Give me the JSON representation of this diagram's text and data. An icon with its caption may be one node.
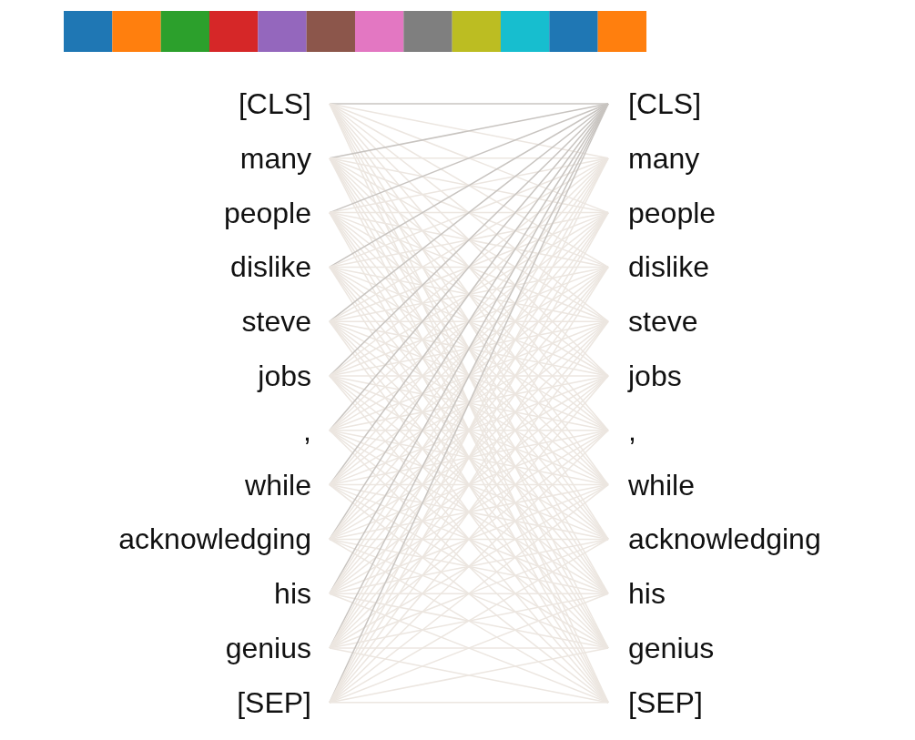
{
  "diagram": {
    "nodes": [
      {
        "text": [
          "[CLS]"
        ]
      },
      {
        "text": [
          "many"
        ]
      },
      {
        "text": [
          "people"
        ]
      },
      {
        "text": [
          "dislike"
        ]
      },
      {
        "text": [
          "steve"
        ]
      },
      {
        "text": [
          "jobs"
        ]
      },
      {
        "text": [
          ","
        ]
      },
      {
        "text": [
          "while"
        ]
      },
      {
        "text": [
          "acknowledging"
        ]
      },
      {
        "text": [
          "his"
        ]
      },
      {
        "text": [
          "genius"
        ]
      },
      {
        "text": [
          "[SEP]"
        ]
      },
      {
        "text": [
          "[CLS]"
        ]
      },
      {
        "text": [
          "many"
        ]
      },
      {
        "text": [
          "people"
        ]
      },
      {
        "text": [
          "dislike"
        ]
      },
      {
        "text": [
          "steve"
        ]
      },
      {
        "text": [
          "jobs"
        ]
      },
      {
        "text": [
          ","
        ]
      },
      {
        "text": [
          "while"
        ]
      },
      {
        "text": [
          "acknowledging"
        ]
      },
      {
        "text": [
          "his"
        ]
      },
      {
        "text": [
          "genius"
        ]
      },
      {
        "text": [
          "[SEP]"
        ]
      }
    ],
    "edges": [
      {
        "from": 0,
        "to": 12,
        "arrow": "none",
        "color": "#c8c4c0"
      },
      {
        "from": 0,
        "to": 13,
        "arrow": "none"
      },
      {
        "from": 0,
        "to": 14,
        "arrow": "none"
      },
      {
        "from": 0,
        "to": 15,
        "arrow": "none"
      },
      {
        "from": 0,
        "to": 16,
        "arrow": "none"
      },
      {
        "from": 0,
        "to": 17,
        "arrow": "none"
      },
      {
        "from": 0,
        "to": 18,
        "arrow": "none"
      },
      {
        "from": 0,
        "to": 19,
        "arrow": "none"
      },
      {
        "from": 0,
        "to": 20,
        "arrow": "none"
      },
      {
        "from": 0,
        "to": 21,
        "arrow": "none"
      },
      {
        "from": 0,
        "to": 22,
        "arrow": "none"
      },
      {
        "from": 0,
        "to": 23,
        "arrow": "none"
      },
      {
        "from": 1,
        "to": 12,
        "arrow": "none",
        "color": "#c8c4c0"
      },
      {
        "from": 1,
        "to": 13,
        "arrow": "none"
      },
      {
        "from": 1,
        "to": 14,
        "arrow": "none"
      },
      {
        "from": 1,
        "to": 15,
        "arrow": "none"
      },
      {
        "from": 1,
        "to": 16,
        "arrow": "none"
      },
      {
        "from": 1,
        "to": 17,
        "arrow": "none"
      },
      {
        "from": 1,
        "to": 18,
        "arrow": "none"
      },
      {
        "from": 1,
        "to": 19,
        "arrow": "none"
      },
      {
        "from": 1,
        "to": 20,
        "arrow": "none"
      },
      {
        "from": 1,
        "to": 21,
        "arrow": "none"
      },
      {
        "from": 1,
        "to": 22,
        "arrow": "none"
      },
      {
        "from": 1,
        "to": 23,
        "arrow": "none"
      },
      {
        "from": 2,
        "to": 12,
        "arrow": "none",
        "color": "#c8c4c0"
      },
      {
        "from": 2,
        "to": 13,
        "arrow": "none"
      },
      {
        "from": 2,
        "to": 14,
        "arrow": "none"
      },
      {
        "from": 2,
        "to": 15,
        "arrow": "none"
      },
      {
        "from": 2,
        "to": 16,
        "arrow": "none"
      },
      {
        "from": 2,
        "to": 17,
        "arrow": "none"
      },
      {
        "from": 2,
        "to": 18,
        "arrow": "none"
      },
      {
        "from": 2,
        "to": 19,
        "arrow": "none"
      },
      {
        "from": 2,
        "to": 20,
        "arrow": "none"
      },
      {
        "from": 2,
        "to": 21,
        "arrow": "none"
      },
      {
        "from": 2,
        "to": 22,
        "arrow": "none"
      },
      {
        "from": 2,
        "to": 23,
        "arrow": "none"
      },
      {
        "from": 3,
        "to": 12,
        "arrow": "none",
        "color": "#c8c4c0"
      },
      {
        "from": 3,
        "to": 13,
        "arrow": "none"
      },
      {
        "from": 3,
        "to": 14,
        "arrow": "none"
      },
      {
        "from": 3,
        "to": 15,
        "arrow": "none"
      },
      {
        "from": 3,
        "to": 16,
        "arrow": "none"
      },
      {
        "from": 3,
        "to": 17,
        "arrow": "none"
      },
      {
        "from": 3,
        "to": 18,
        "arrow": "none"
      },
      {
        "from": 3,
        "to": 19,
        "arrow": "none"
      },
      {
        "from": 3,
        "to": 20,
        "arrow": "none"
      },
      {
        "from": 3,
        "to": 21,
        "arrow": "none"
      },
      {
        "from": 3,
        "to": 22,
        "arrow": "none"
      },
      {
        "from": 3,
        "to": 23,
        "arrow": "none"
      },
      {
        "from": 4,
        "to": 12,
        "arrow": "none",
        "color": "#c8c4c0"
      },
      {
        "from": 4,
        "to": 13,
        "arrow": "none"
      },
      {
        "from": 4,
        "to": 14,
        "arrow": "none"
      },
      {
        "from": 4,
        "to": 15,
        "arrow": "none"
      },
      {
        "from": 4,
        "to": 16,
        "arrow": "none"
      },
      {
        "from": 4,
        "to": 17,
        "arrow": "none"
      },
      {
        "from": 4,
        "to": 18,
        "arrow": "none"
      },
      {
        "from": 4,
        "to": 19,
        "arrow": "none"
      },
      {
        "from": 4,
        "to": 20,
        "arrow": "none"
      },
      {
        "from": 4,
        "to": 21,
        "arrow": "none"
      },
      {
        "from": 4,
        "to": 22,
        "arrow": "none"
      },
      {
        "from": 4,
        "to": 23,
        "arrow": "none"
      },
      {
        "from": 5,
        "to": 12,
        "arrow": "none",
        "color": "#c8c4c0"
      },
      {
        "from": 5,
        "to": 13,
        "arrow": "none"
      },
      {
        "from": 5,
        "to": 14,
        "arrow": "none"
      },
      {
        "from": 5,
        "to": 15,
        "arrow": "none"
      },
      {
        "from": 5,
        "to": 16,
        "arrow": "none"
      },
      {
        "from": 5,
        "to": 17,
        "arrow": "none"
      },
      {
        "from": 5,
        "to": 18,
        "arrow": "none"
      },
      {
        "from": 5,
        "to": 19,
        "arrow": "none"
      },
      {
        "from": 5,
        "to": 20,
        "arrow": "none"
      },
      {
        "from": 5,
        "to": 21,
        "arrow": "none"
      },
      {
        "from": 5,
        "to": 22,
        "arrow": "none"
      },
      {
        "from": 5,
        "to": 23,
        "arrow": "none"
      },
      {
        "from": 6,
        "to": 12,
        "arrow": "none",
        "color": "#c8c4c0"
      },
      {
        "from": 6,
        "to": 13,
        "arrow": "none"
      },
      {
        "from": 6,
        "to": 14,
        "arrow": "none"
      },
      {
        "from": 6,
        "to": 15,
        "arrow": "none"
      },
      {
        "from": 6,
        "to": 16,
        "arrow": "none"
      },
      {
        "from": 6,
        "to": 17,
        "arrow": "none"
      },
      {
        "from": 6,
        "to": 18,
        "arrow": "none"
      },
      {
        "from": 6,
        "to": 19,
        "arrow": "none"
      },
      {
        "from": 6,
        "to": 20,
        "arrow": "none"
      },
      {
        "from": 6,
        "to": 21,
        "arrow": "none"
      },
      {
        "from": 6,
        "to": 22,
        "arrow": "none"
      },
      {
        "from": 6,
        "to": 23,
        "arrow": "none"
      },
      {
        "from": 7,
        "to": 12,
        "arrow": "none",
        "color": "#c8c4c0"
      },
      {
        "from": 7,
        "to": 13,
        "arrow": "none"
      },
      {
        "from": 7,
        "to": 14,
        "arrow": "none"
      },
      {
        "from": 7,
        "to": 15,
        "arrow": "none"
      },
      {
        "from": 7,
        "to": 16,
        "arrow": "none"
      },
      {
        "from": 7,
        "to": 17,
        "arrow": "none"
      },
      {
        "from": 7,
        "to": 18,
        "arrow": "none"
      },
      {
        "from": 7,
        "to": 19,
        "arrow": "none"
      },
      {
        "from": 7,
        "to": 20,
        "arrow": "none"
      },
      {
        "from": 7,
        "to": 21,
        "arrow": "none"
      },
      {
        "from": 7,
        "to": 22,
        "arrow": "none"
      },
      {
        "from": 7,
        "to": 23,
        "arrow": "none"
      },
      {
        "from": 8,
        "to": 12,
        "arrow": "none",
        "color": "#c8c4c0"
      },
      {
        "from": 8,
        "to": 13,
        "arrow": "none"
      },
      {
        "from": 8,
        "to": 14,
        "arrow": "none"
      },
      {
        "from": 8,
        "to": 15,
        "arrow": "none"
      },
      {
        "from": 8,
        "to": 16,
        "arrow": "none"
      },
      {
        "from": 8,
        "to": 17,
        "arrow": "none"
      },
      {
        "from": 8,
        "to": 18,
        "arrow": "none"
      },
      {
        "from": 8,
        "to": 19,
        "arrow": "none"
      },
      {
        "from": 8,
        "to": 20,
        "arrow": "none"
      },
      {
        "from": 8,
        "to": 21,
        "arrow": "none"
      },
      {
        "from": 8,
        "to": 22,
        "arrow": "none"
      },
      {
        "from": 8,
        "to": 23,
        "arrow": "none"
      },
      {
        "from": 9,
        "to": 12,
        "arrow": "none",
        "color": "#c8c4c0"
      },
      {
        "from": 9,
        "to": 13,
        "arrow": "none"
      },
      {
        "from": 9,
        "to": 14,
        "arrow": "none"
      },
      {
        "from": 9,
        "to": 15,
        "arrow": "none"
      },
      {
        "from": 9,
        "to": 16,
        "arrow": "none"
      },
      {
        "from": 9,
        "to": 17,
        "arrow": "none"
      },
      {
        "from": 9,
        "to": 18,
        "arrow": "none"
      },
      {
        "from": 9,
        "to": 19,
        "arrow": "none"
      },
      {
        "from": 9,
        "to": 20,
        "arrow": "none"
      },
      {
        "from": 9,
        "to": 21,
        "arrow": "none"
      },
      {
        "from": 9,
        "to": 22,
        "arrow": "none"
      },
      {
        "from": 9,
        "to": 23,
        "arrow": "none"
      },
      {
        "from": 10,
        "to": 12,
        "arrow": "none",
        "color": "#c8c4c0"
      },
      {
        "from": 10,
        "to": 13,
        "arrow": "none"
      },
      {
        "from": 10,
        "to": 14,
        "arrow": "none"
      },
      {
        "from": 10,
        "to": 15,
        "arrow": "none"
      },
      {
        "from": 10,
        "to": 16,
        "arrow": "none"
      },
      {
        "from": 10,
        "to": 17,
        "arrow": "none"
      },
      {
        "from": 10,
        "to": 18,
        "arrow": "none"
      },
      {
        "from": 10,
        "to": 19,
        "arrow": "none"
      },
      {
        "from": 10,
        "to": 20,
        "arrow": "none"
      },
      {
        "from": 10,
        "to": 21,
        "arrow": "none"
      },
      {
        "from": 10,
        "to": 22,
        "arrow": "none"
      },
      {
        "from": 10,
        "to": 23,
        "arrow": "none"
      },
      {
        "from": 11,
        "to": 12,
        "arrow": "none",
        "color": "#c8c4c0"
      },
      {
        "from": 11,
        "to": 13,
        "arrow": "none"
      },
      {
        "from": 11,
        "to": 14,
        "arrow": "none"
      },
      {
        "from": 11,
        "to": 15,
        "arrow": "none"
      },
      {
        "from": 11,
        "to": 16,
        "arrow": "none"
      },
      {
        "from": 11,
        "to": 17,
        "arrow": "none"
      },
      {
        "from": 11,
        "to": 18,
        "arrow": "none"
      },
      {
        "from": 11,
        "to": 19,
        "arrow": "none"
      },
      {
        "from": 11,
        "to": 20,
        "arrow": "none"
      },
      {
        "from": 11,
        "to": 21,
        "arrow": "none"
      },
      {
        "from": 11,
        "to": 22,
        "arrow": "none"
      },
      {
        "from": 11,
        "to": 23,
        "arrow": "none"
      }
    ]
  }
}
